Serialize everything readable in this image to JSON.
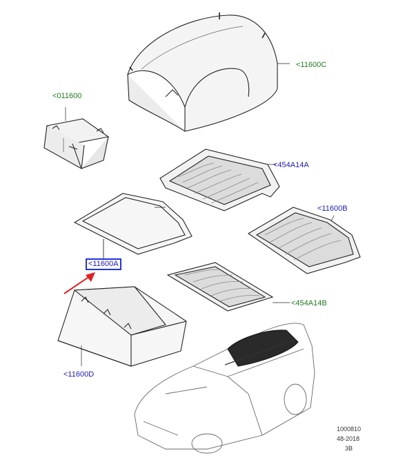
{
  "callouts": {
    "c11600C": "<11600C",
    "c011600": "<011600",
    "c454A14A": "<454A14A",
    "c11600B": "<11600B",
    "c11600A": "<11600A",
    "c454A14B": "<454A14B",
    "c11600D": "<11600D"
  },
  "reference": {
    "line1": "1000810",
    "line2": "48-2018",
    "line3": "3B"
  },
  "colors": {
    "green_label": "#1f7a1f",
    "blue_label": "#1a1ab3",
    "selection_box": "#2233dd",
    "arrow": "#e02020"
  }
}
